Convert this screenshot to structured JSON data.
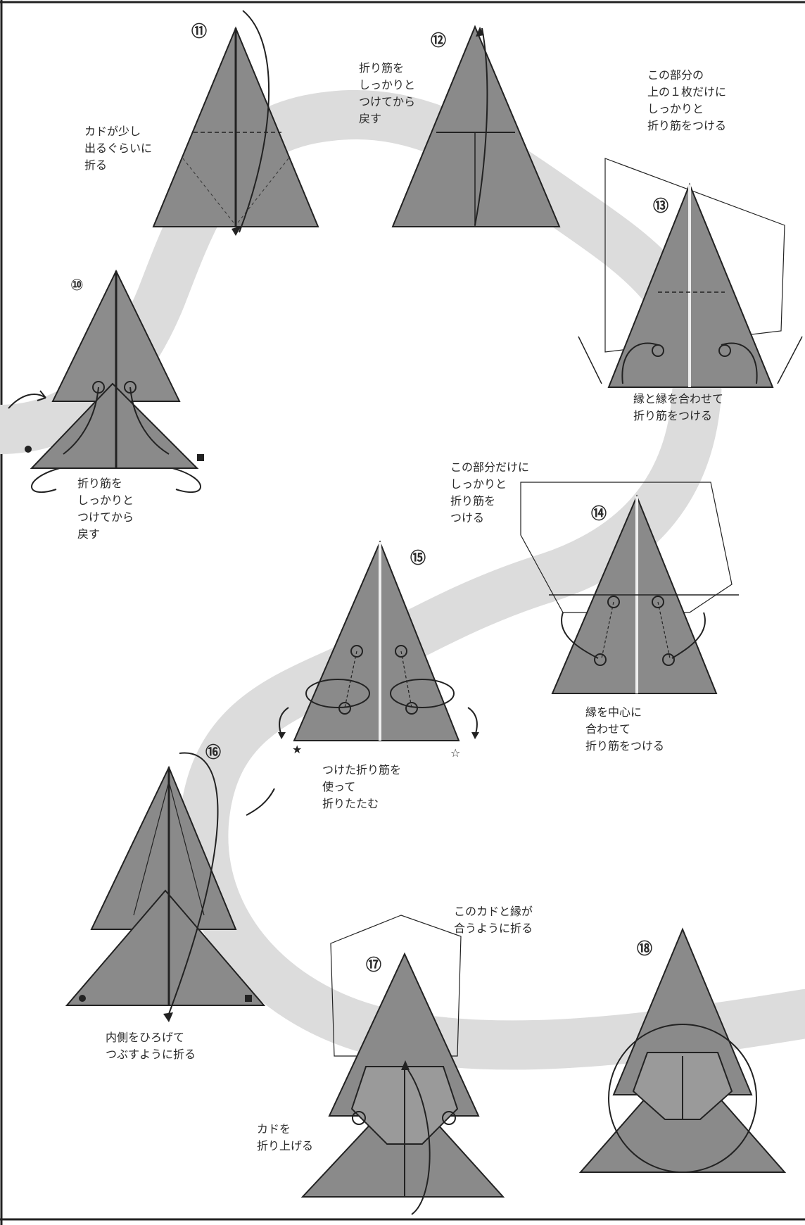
{
  "steps": [
    {
      "number": "⑩",
      "caption": [
        "折り筋を",
        "しっかりと",
        "つけてから",
        "戻す"
      ]
    },
    {
      "number": "⑪",
      "caption": [
        "カドが少し",
        "出るぐらいに",
        "折る"
      ]
    },
    {
      "number": "⑫",
      "caption": [
        "折り筋を",
        "しっかりと",
        "つけてから",
        "戻す"
      ]
    },
    {
      "number": "⑬",
      "caption_top": [
        "この部分の",
        "上の１枚だけに",
        "しっかりと",
        "折り筋をつける"
      ],
      "caption_bottom": [
        "縁と縁を合わせて",
        "折り筋をつける"
      ]
    },
    {
      "number": "⑭",
      "caption_top": [
        "この部分だけに",
        "しっかりと",
        "折り筋を",
        "つける"
      ],
      "caption_bottom": [
        "縁を中心に",
        "合わせて",
        "折り筋をつける"
      ]
    },
    {
      "number": "⑮",
      "caption": [
        "つけた折り筋を",
        "使って",
        "折りたたむ"
      ]
    },
    {
      "number": "⑯",
      "caption": [
        "内側をひろげて",
        "つぶすように折る"
      ]
    },
    {
      "number": "⑰",
      "caption_top": [
        "このカドと縁が",
        "合うように折る"
      ],
      "caption_bottom": [
        "カドを",
        "折り上げる"
      ]
    },
    {
      "number": "⑱"
    }
  ],
  "colors": {
    "paper": "#8a8a8a",
    "paper_light": "#a6a6a6",
    "path": "#dcdcdc",
    "line": "#2a2a2a"
  }
}
